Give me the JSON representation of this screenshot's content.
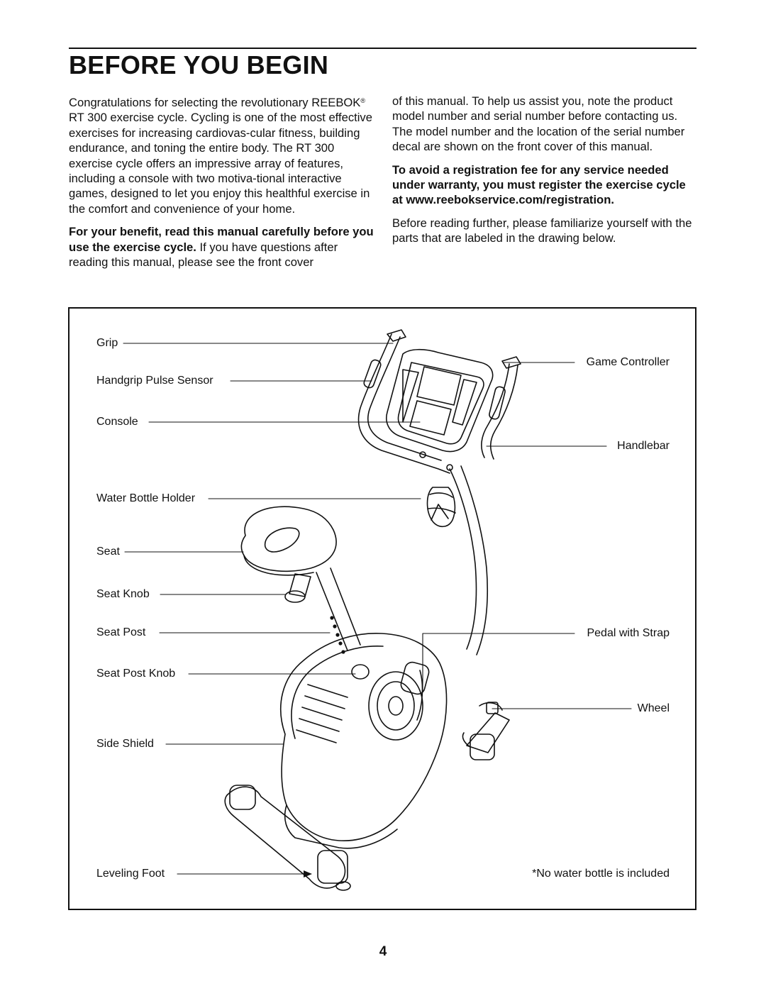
{
  "header": {
    "title": "BEFORE YOU BEGIN"
  },
  "left_column": {
    "p1_a": "Congratulations for selecting the revolutionary REEBOK",
    "p1_reg": "®",
    "p1_b": " RT 300 exercise cycle. Cycling is one of the most effective exercises for increasing cardiovas-cular fitness, building endurance, and toning the entire body. The RT 300 exercise cycle offers an impressive array of features, including a console with two motiva-tional interactive games, designed to let you enjoy this healthful exercise in the comfort and convenience of your home.",
    "p2_bold": "For your benefit, read this manual carefully before you use the exercise cycle.",
    "p2_rest": " If you have questions after reading this manual, please see the front cover"
  },
  "right_column": {
    "p1": "of this manual. To help us assist you, note the product model number and serial number before contacting us. The model number and the location of the serial number decal are shown on the front cover of this manual.",
    "p2_bold": "To avoid a registration fee for any service needed under warranty, you must register the exercise cycle at www.reebokservice.com/registration.",
    "p3": "Before reading further, please familiarize yourself with the parts that are labeled in the drawing below."
  },
  "figure": {
    "labels_left": {
      "grip": "Grip",
      "handgrip_pulse_sensor": "Handgrip Pulse Sensor",
      "console": "Console",
      "water_bottle_holder": "Water Bottle Holder",
      "seat": "Seat",
      "seat_knob": "Seat Knob",
      "seat_post": "Seat Post",
      "seat_post_knob": "Seat Post Knob",
      "side_shield": "Side Shield",
      "leveling_foot": "Leveling Foot"
    },
    "labels_right": {
      "game_controller": "Game Controller",
      "handlebar": "Handlebar",
      "pedal_with_strap": "Pedal with Strap",
      "wheel": "Wheel"
    },
    "note": "*No water bottle is included"
  },
  "footer": {
    "page_number": "4"
  }
}
